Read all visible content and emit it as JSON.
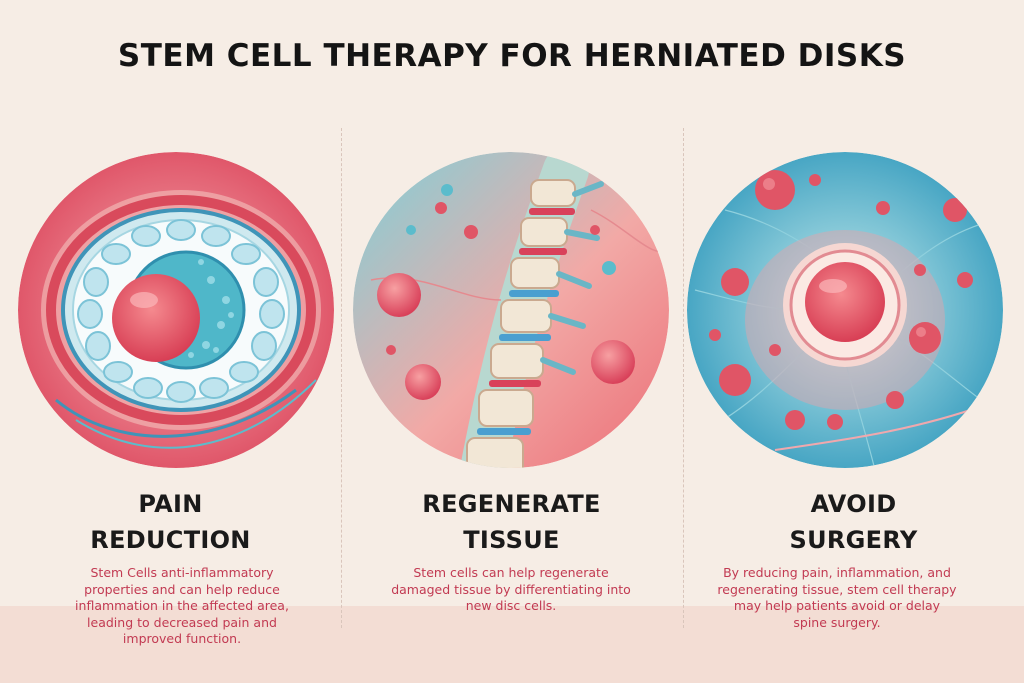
{
  "page": {
    "title": "STEM CELL THERAPY FOR HERNIATED DISKS"
  },
  "colors": {
    "background": "#f6ede5",
    "accent_text": "#c23a52",
    "cell_red": "#e05566",
    "cell_blue": "#5bbccc"
  },
  "panels": [
    {
      "heading_lines": [
        "PAIN",
        "REDUCTION"
      ],
      "description": "Stem Cells anti-inflammatory properties and can help reduce inflammation in the affected area, leading to decreased pain and improved function.",
      "illustration": "stem-cell-cross-section-icon"
    },
    {
      "heading_lines": [
        "REGENERATE",
        "TISSUE"
      ],
      "description": "Stem cells can help regenerate damaged tissue by differentiating into new disc cells.",
      "illustration": "spine-vertebrae-icon"
    },
    {
      "heading_lines": [
        "AVOID",
        "SURGERY"
      ],
      "description": "By reducing pain, inflammation, and regenerating tissue, stem cell therapy may help patients avoid or delay spine surgery.",
      "illustration": "stem-cell-network-icon"
    }
  ]
}
